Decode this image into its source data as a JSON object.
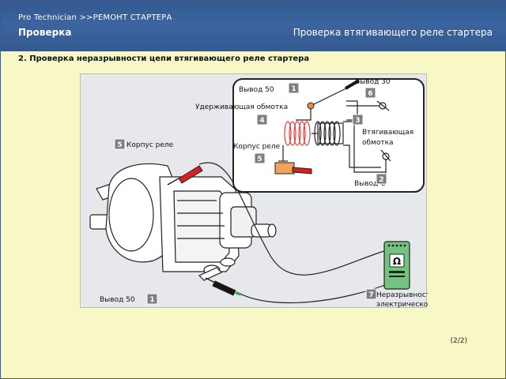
{
  "header": {
    "breadcrumb": "Pro  Technician >>РЕМОНТ СТАРТЕРА",
    "section": "Проверка",
    "subject": "Проверка втягивающего реле стартера"
  },
  "step": {
    "title": "2. Проверка неразрывности цепи втягивающего реле стартера"
  },
  "diagram": {
    "labels": {
      "terminal_30": "Вывод 30",
      "terminal_50_top": "Вывод 50",
      "hold_winding": "Удерживающая обмотка",
      "pull_winding_line1": "Втягивающая",
      "pull_winding_line2": "обмотка",
      "relay_body_inset": "Корпус реле",
      "relay_body": "Корпус реле",
      "terminal_c": "Вывод С",
      "continuity_line1": "Неразрывность",
      "continuity_line2": "электрической цепи",
      "terminal_50_bottom": "Вывод 50"
    },
    "badges": {
      "b1_top": "1",
      "b6": "6",
      "b4": "4",
      "b3": "3",
      "b5_inset": "5",
      "b5_main": "5",
      "b2": "2",
      "b7": "7",
      "b1_bottom": "1"
    },
    "meter_symbol": "Ω"
  },
  "footer": {
    "page": "(2/2)"
  },
  "colors": {
    "header_bg": "#3b64a0",
    "section_text": "#ffffff",
    "page_bg": "#f8f8c6",
    "badge_bg": "#7d7f85",
    "meter_green": "#73c27f",
    "probe_red": "#d81f1f",
    "coil_red": "#e23c3c"
  }
}
